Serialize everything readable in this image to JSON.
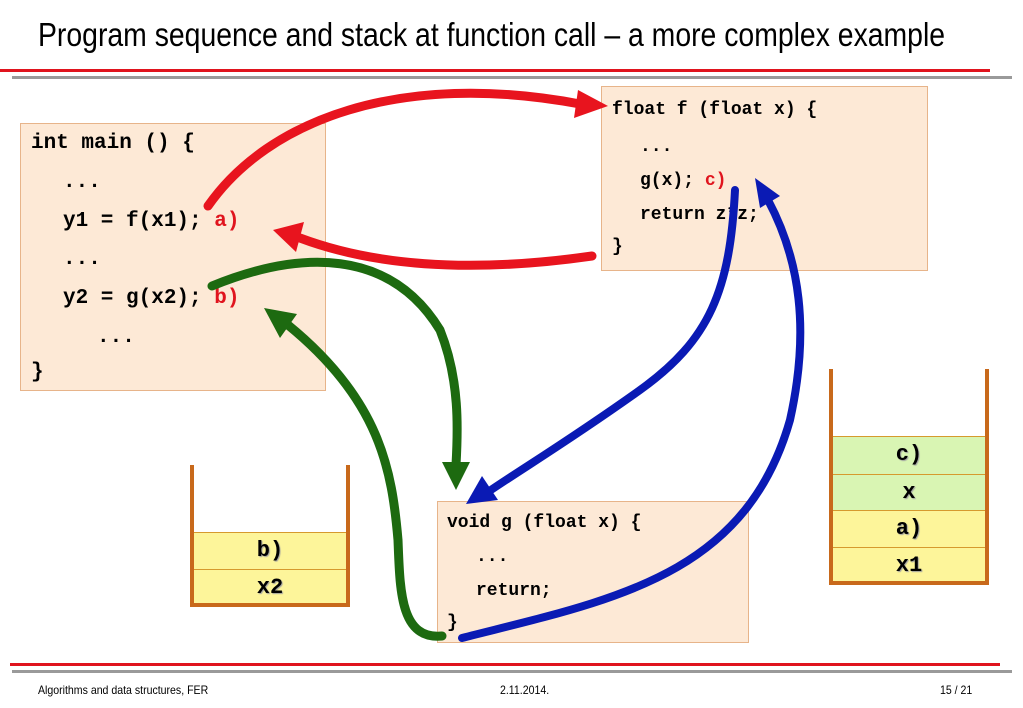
{
  "slide": {
    "title": "Program sequence and stack at function call – a more complex example"
  },
  "code": {
    "main": [
      "int main () {",
      "...",
      "y1 = f(x1); ",
      "...",
      "y2 = g(x2); ",
      "...",
      "}"
    ],
    "main_labels": {
      "a": "a)",
      "b": "b)"
    },
    "f": [
      "float f (float x) {",
      "...",
      "g(x); ",
      "return z*z;",
      "}"
    ],
    "f_labels": {
      "c": "c)"
    },
    "g": [
      "void g (float x) {",
      "...",
      "return;",
      "}"
    ]
  },
  "stacks": {
    "left": [
      "b)",
      "x2"
    ],
    "right": [
      "c)",
      "x",
      "a)",
      "x1"
    ]
  },
  "colors": {
    "call_main_f": "#e8141e",
    "call_main_g": "#1d6a10",
    "call_f_g": "#0a1ab4",
    "label_red": "#e0141e",
    "box_fill": "#fde9d6",
    "stack_green": "#d9f5b3",
    "stack_yellow": "#fdf59a",
    "stack_wall": "#c8691b",
    "rule_red": "#e0141e",
    "rule_gray": "#9a9a9a"
  },
  "footer": {
    "left": "Algorithms and data structures, FER",
    "center": "2.11.2014.",
    "right": "15 / 21"
  }
}
